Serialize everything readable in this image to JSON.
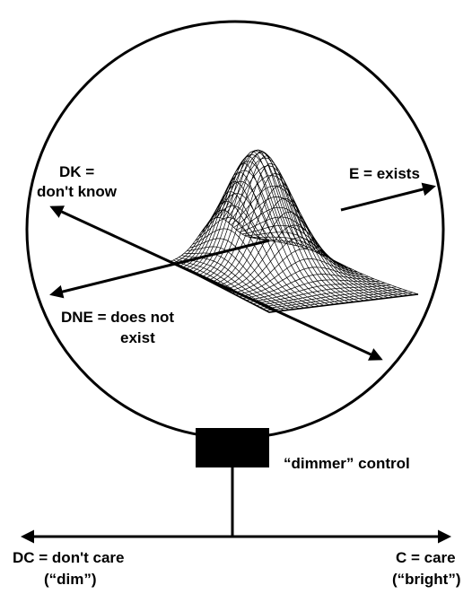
{
  "labels": {
    "dk_line1": "DK =",
    "dk_line2": "don't know",
    "e": "E = exists",
    "dne_line1": "DNE = does not",
    "dne_line2": "exist",
    "dimmer": "“dimmer” control",
    "dc_line1": "DC = don't care",
    "dc_line2": "(“dim”)",
    "c_line1": "C = care",
    "c_line2": "(“bright”)"
  },
  "colors": {
    "ink": "#000000",
    "background": "#ffffff"
  },
  "icons": {
    "dimmer_control": "filled-rectangle"
  }
}
